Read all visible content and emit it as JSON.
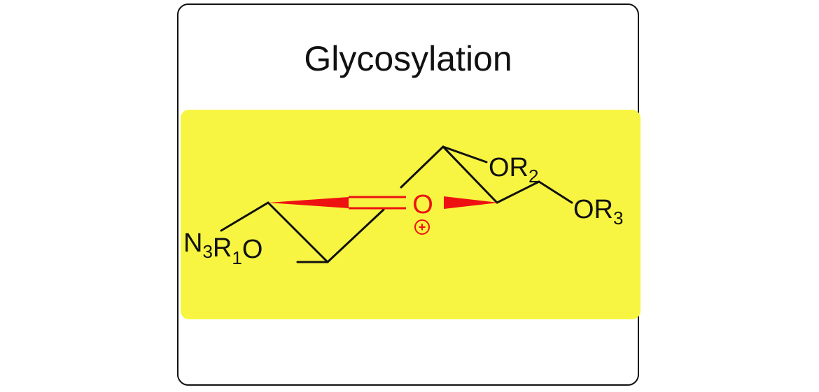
{
  "card": {
    "title": "Glycosylation"
  },
  "molecule": {
    "ring_oxygen": "O",
    "charge": "+",
    "or2": {
      "element": "OR",
      "subscript": "2"
    },
    "or3": {
      "element": "OR",
      "subscript": "3"
    },
    "left_group": {
      "n": "N",
      "n_sub": "3",
      "r": "R",
      "r_sub": "1",
      "o": "O"
    }
  },
  "colors": {
    "panel_fill": "#f7f542",
    "bond": "#111111",
    "oxocarbenium": "#ee1111",
    "border": "#111111"
  }
}
